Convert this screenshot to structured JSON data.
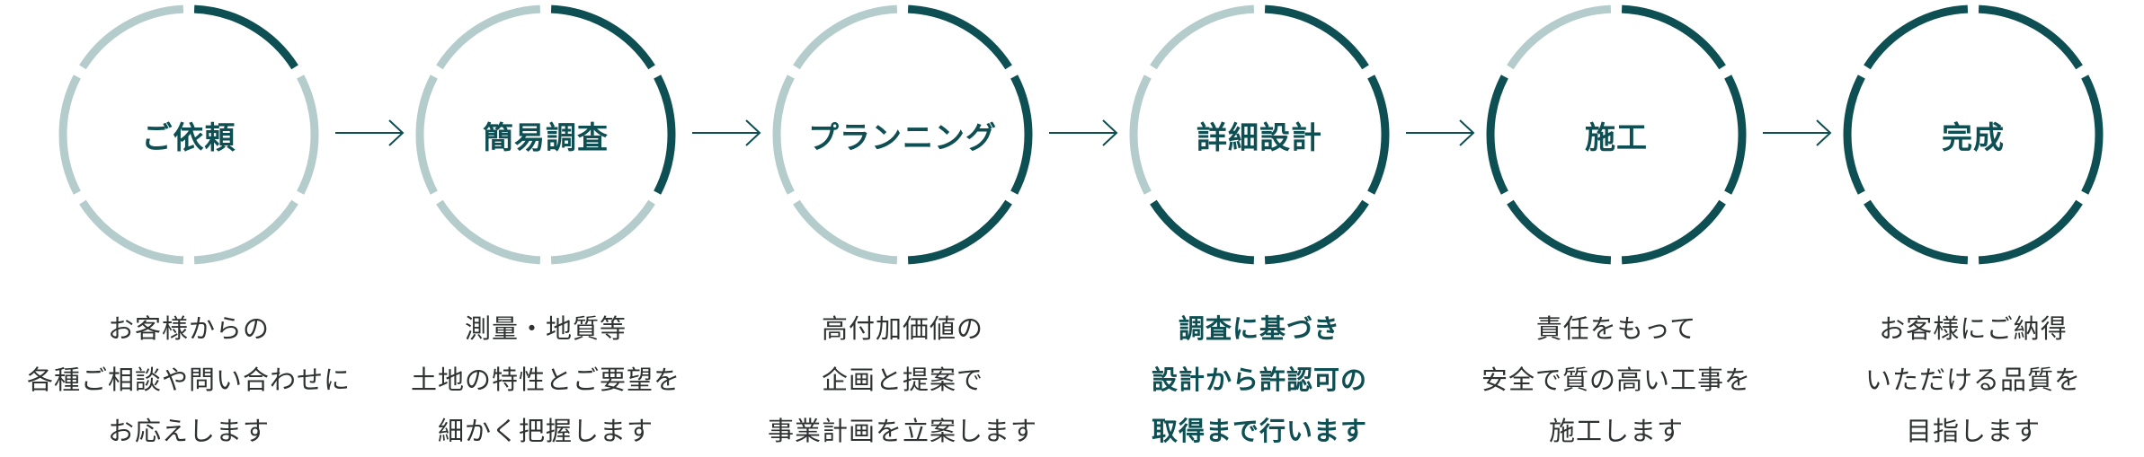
{
  "colors": {
    "accent": "#0d4f52",
    "muted": "#b5cccd",
    "text": "#2f3232"
  },
  "steps": [
    {
      "label": "ご依頼",
      "progress_quarters": 1,
      "lines": [
        "お客様からの",
        "各種ご相談や問い合わせに",
        "お応えします"
      ]
    },
    {
      "label": "簡易調査",
      "progress_quarters": 2,
      "lines": [
        "測量・地質等",
        "土地の特性とご要望を",
        "細かく把握します"
      ]
    },
    {
      "label": "プランニング",
      "progress_quarters": 3,
      "lines": [
        "高付加価値の",
        "企画と提案で",
        "事業計画を立案します"
      ]
    },
    {
      "label": "詳細設計",
      "progress_quarters": 4,
      "emphasized": true,
      "lines": [
        "調査に基づき",
        "設計から許認可の",
        "取得まで行います"
      ]
    },
    {
      "label": "施工",
      "progress_quarters": 5,
      "lines": [
        "責任をもって",
        "安全で質の高い工事を",
        "施工します"
      ]
    },
    {
      "label": "完成",
      "progress_quarters": 6,
      "lines": [
        "お客様にご納得",
        "いただける品質を",
        "目指します"
      ]
    }
  ],
  "icons": {
    "connector": "arrow-right-icon"
  }
}
